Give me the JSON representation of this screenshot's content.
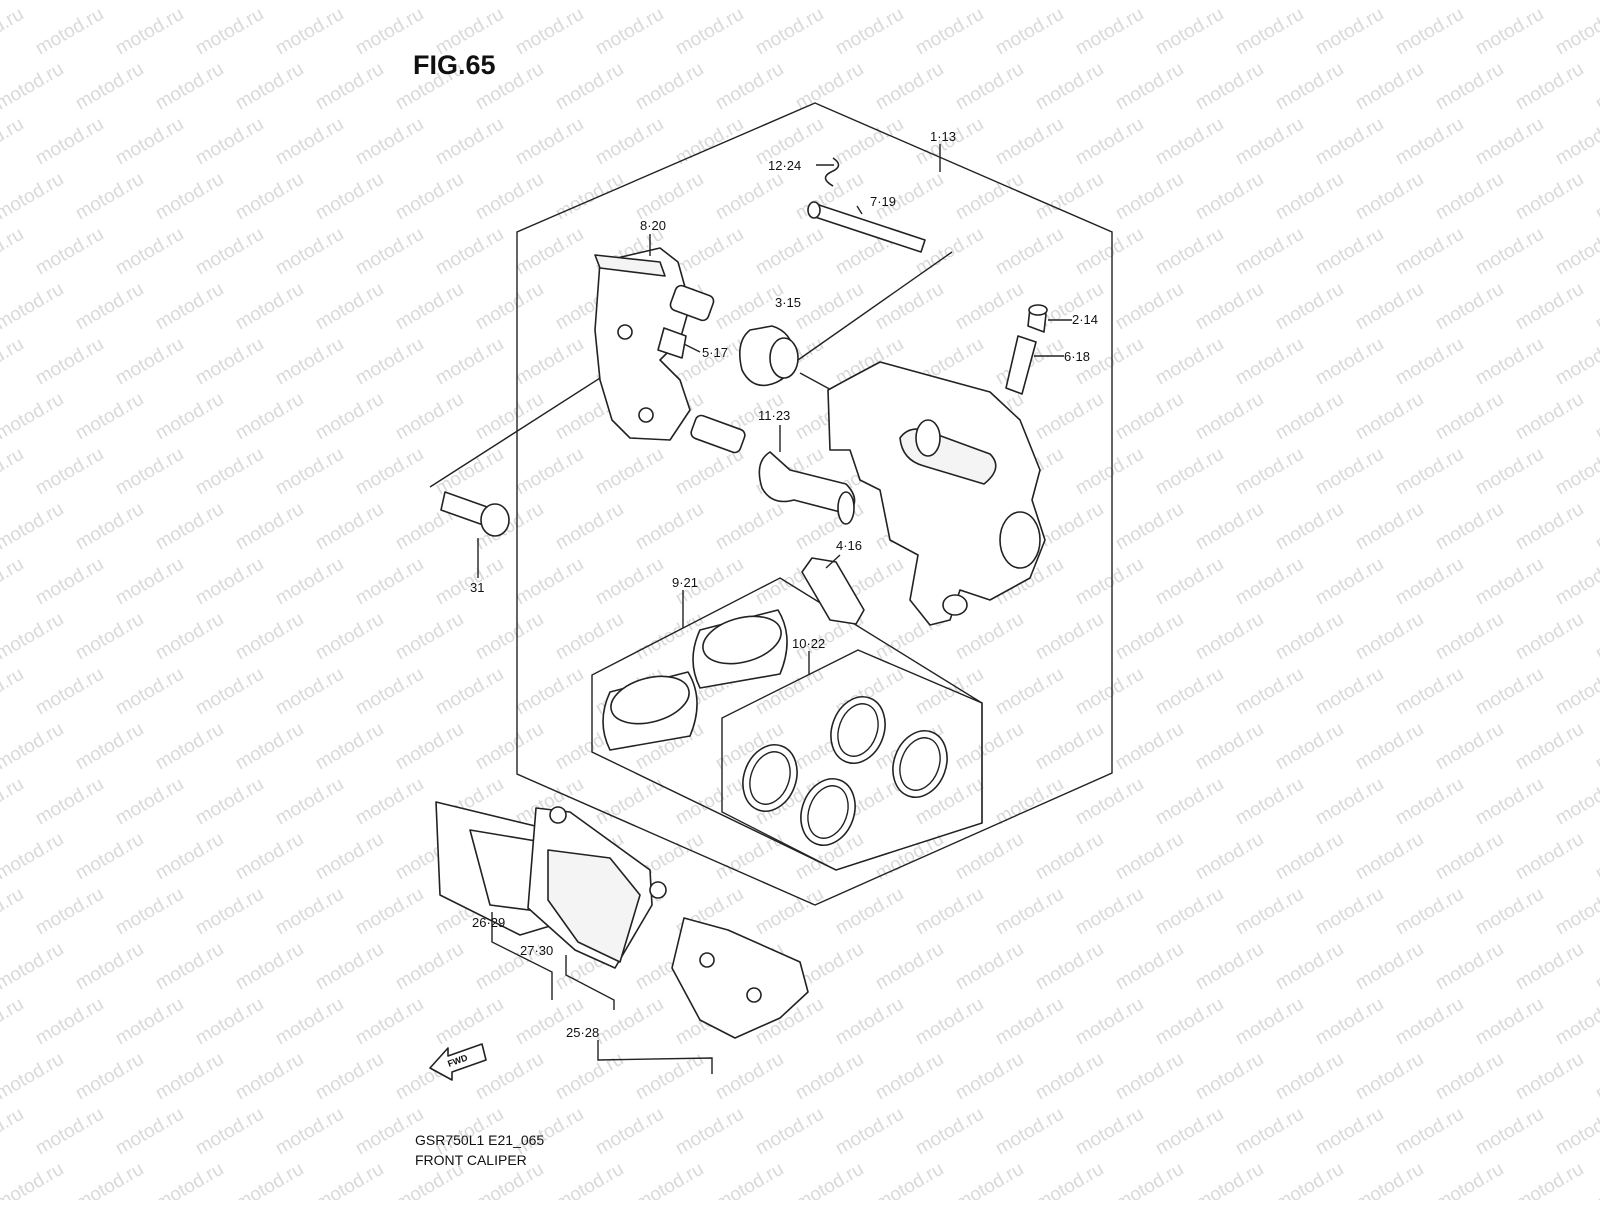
{
  "figure": {
    "title": "FIG.65"
  },
  "watermark": {
    "text": "motod.ru"
  },
  "footer": {
    "code": "GSR750L1 E21_065",
    "name": "FRONT CALIPER"
  },
  "fwd_arrow": {
    "label": "FWD"
  },
  "callouts": [
    {
      "id": "c1",
      "label": "1·13"
    },
    {
      "id": "c12",
      "label": "12·24"
    },
    {
      "id": "c7",
      "label": "7·19"
    },
    {
      "id": "c8",
      "label": "8·20"
    },
    {
      "id": "c3",
      "label": "3·15"
    },
    {
      "id": "c2",
      "label": "2·14"
    },
    {
      "id": "c5",
      "label": "5·17"
    },
    {
      "id": "c6",
      "label": "6·18"
    },
    {
      "id": "c11",
      "label": "11·23"
    },
    {
      "id": "c31",
      "label": "31"
    },
    {
      "id": "c4",
      "label": "4·16"
    },
    {
      "id": "c9",
      "label": "9·21"
    },
    {
      "id": "c10",
      "label": "10·22"
    },
    {
      "id": "c26",
      "label": "26·29"
    },
    {
      "id": "c27",
      "label": "27·30"
    },
    {
      "id": "c25",
      "label": "25·28"
    }
  ]
}
